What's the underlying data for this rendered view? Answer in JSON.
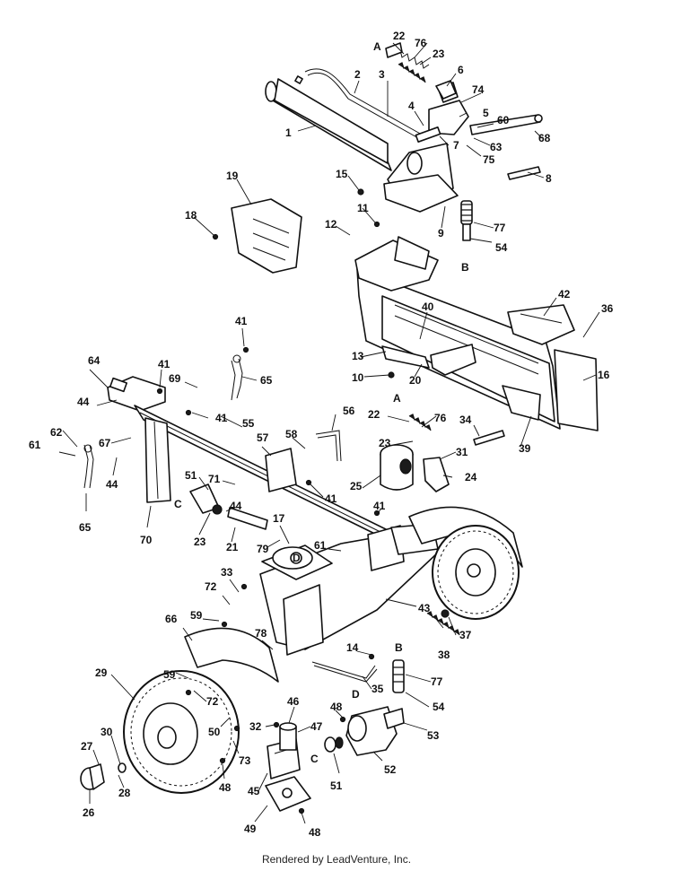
{
  "footer": {
    "rendered_by": "Rendered by LeadVenture, Inc."
  },
  "callouts": [
    "1",
    "2",
    "3",
    "4",
    "5",
    "6",
    "7",
    "8",
    "9",
    "10",
    "11",
    "12",
    "13",
    "14",
    "15",
    "16",
    "17",
    "18",
    "19",
    "20",
    "21",
    "22",
    "22",
    "23",
    "23",
    "23",
    "24",
    "25",
    "26",
    "27",
    "28",
    "29",
    "30",
    "31",
    "32",
    "33",
    "34",
    "35",
    "36",
    "37",
    "38",
    "39",
    "40",
    "41",
    "41",
    "41",
    "41",
    "41",
    "42",
    "43",
    "44",
    "44",
    "44",
    "45",
    "46",
    "47",
    "48",
    "48",
    "48",
    "49",
    "50",
    "51",
    "51",
    "52",
    "53",
    "54",
    "54",
    "55",
    "56",
    "57",
    "58",
    "59",
    "59",
    "60",
    "61",
    "61",
    "62",
    "63",
    "64",
    "65",
    "65",
    "66",
    "67",
    "68",
    "69",
    "70",
    "71",
    "72",
    "72",
    "73",
    "74",
    "75",
    "76",
    "76",
    "77",
    "77",
    "78",
    "79"
  ],
  "connectors": [
    "A",
    "A",
    "B",
    "B",
    "C",
    "C",
    "D",
    "D"
  ]
}
